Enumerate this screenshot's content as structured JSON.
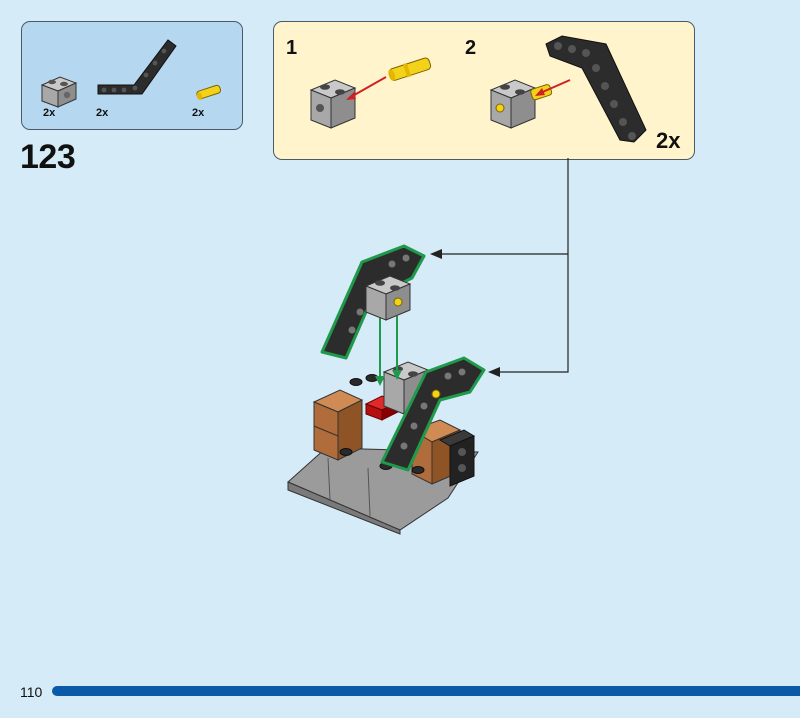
{
  "step": {
    "number": "123",
    "page_number": "110"
  },
  "parts": [
    {
      "name": "technic-brick-1x2-light-gray",
      "quantity": "2x"
    },
    {
      "name": "technic-beam-angled-black",
      "quantity": "2x"
    },
    {
      "name": "technic-pin-yellow",
      "quantity": "2x"
    }
  ],
  "substeps": {
    "first": "1",
    "second": "2",
    "multiplier": "2x"
  },
  "progress": {
    "fraction": 0.99
  },
  "colors": {
    "background": "#d6ebf8",
    "parts_box": "#b6d7f0",
    "substep_box": "#fff4cc",
    "highlight_green": "#1f9a4b",
    "arrow_red": "#d21f1f",
    "progress_blue": "#0a5aa8"
  }
}
